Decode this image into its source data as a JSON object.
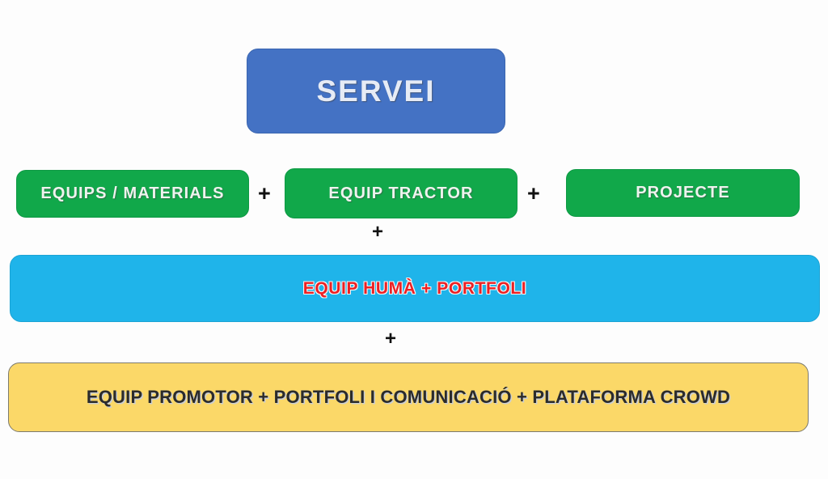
{
  "diagram": {
    "title": "SERVEI",
    "background_color": "#fdfdfd",
    "nodes": {
      "servei": {
        "label": "SERVEI",
        "color": "#4472c4",
        "text_color": "#e6ebf5"
      },
      "green_row": [
        {
          "label": "EQUIPS / MATERIALS",
          "color": "#11a84a",
          "text_color": "#eef3ee"
        },
        {
          "label": "EQUIP TRACTOR",
          "color": "#11a84a",
          "text_color": "#eef3ee"
        },
        {
          "label": "PROJECTE",
          "color": "#11a84a",
          "text_color": "#eef3ee"
        }
      ],
      "cyan_bar": {
        "label": "EQUIP HUMÀ + PORTFOLI",
        "color": "#1fb4ea",
        "text_color": "#ec2024"
      },
      "yellow_bar": {
        "label": "EQUIP PROMOTOR + PORTFOLI I COMUNICACIÓ + PLATAFORMA CROWD",
        "color": "#fbd868",
        "text_color": "#2b2b2b"
      }
    },
    "operators": {
      "plus_green_1": "+",
      "plus_green_2": "+",
      "plus_row_green_cyan": "+",
      "plus_row_cyan_yellow": "+"
    }
  }
}
